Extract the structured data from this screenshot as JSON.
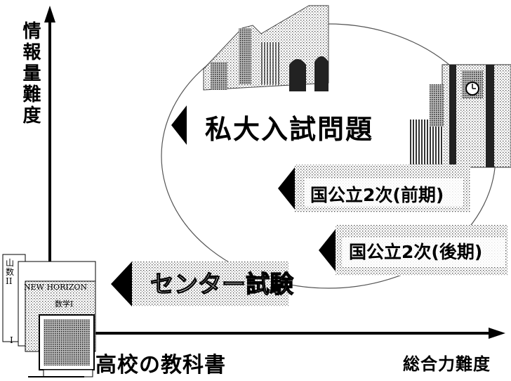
{
  "axes": {
    "y_label": "情報量難度",
    "x_label": "総合力難度"
  },
  "textbooks": {
    "label": "高校の教科書",
    "spine_text": "山 数 II",
    "spine_number": "I",
    "english_title": "NEW HORIZON",
    "math_title": "数学I"
  },
  "exams": [
    {
      "id": "private",
      "label": "私大入試問題"
    },
    {
      "id": "zenki",
      "label": "国公立2次(前期)"
    },
    {
      "id": "kouki",
      "label": "国公立2次(後期)"
    },
    {
      "id": "center",
      "label": "センター試験"
    }
  ]
}
